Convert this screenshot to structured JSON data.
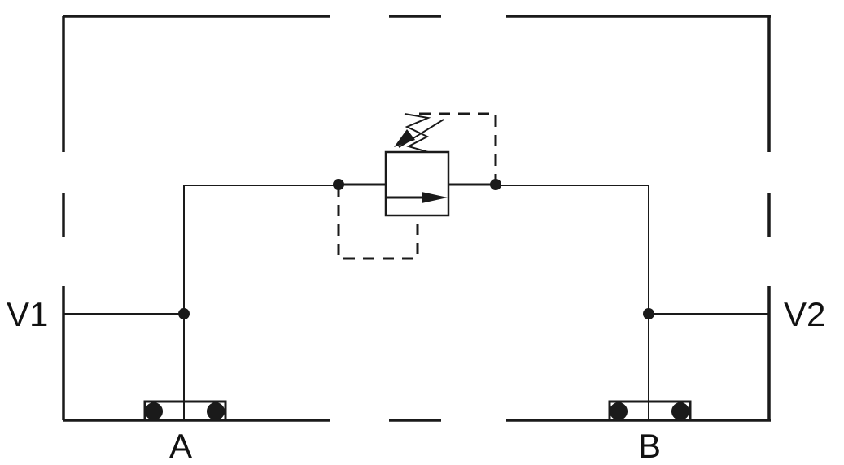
{
  "labels": {
    "port_v1": "V1",
    "port_v2": "V2",
    "port_a": "A",
    "port_b": "B"
  },
  "colors": {
    "line": "#1a1a1a",
    "background": "#ffffff"
  }
}
